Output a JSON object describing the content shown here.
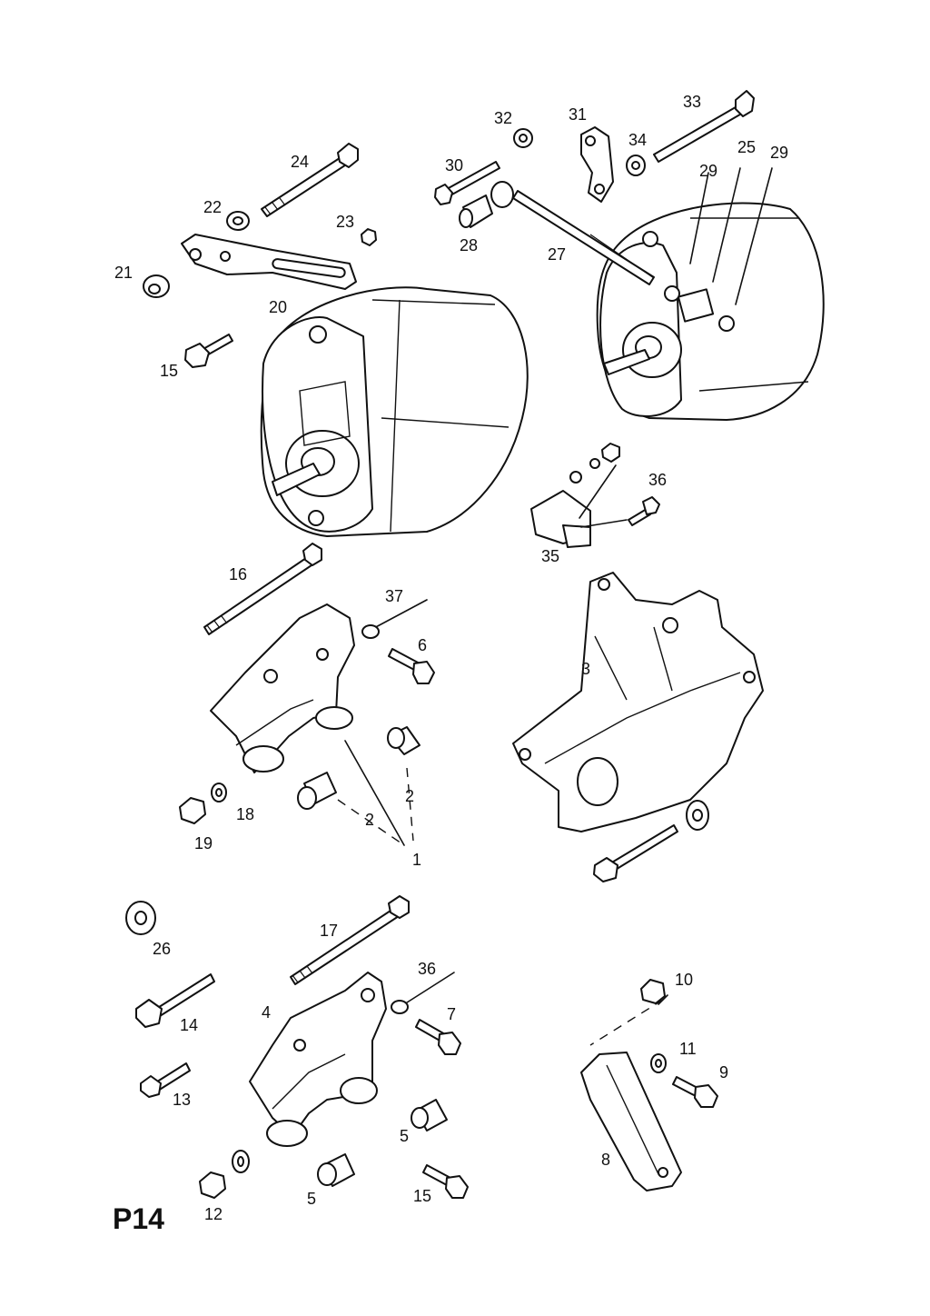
{
  "page_id": "P14",
  "callouts": {
    "c1": "1",
    "c2a": "2",
    "c2b": "2",
    "c3": "3",
    "c4": "4",
    "c5a": "5",
    "c5b": "5",
    "c6": "6",
    "c7": "7",
    "c8": "8",
    "c9": "9",
    "c10": "10",
    "c11": "11",
    "c12": "12",
    "c13": "13",
    "c14": "14",
    "c15a": "15",
    "c15b": "15",
    "c16": "16",
    "c17": "17",
    "c18": "18",
    "c19": "19",
    "c20": "20",
    "c21": "21",
    "c22": "22",
    "c23": "23",
    "c24": "24",
    "c25": "25",
    "c26": "26",
    "c27": "27",
    "c28": "28",
    "c29a": "29",
    "c29b": "29",
    "c30": "30",
    "c31": "31",
    "c32": "32",
    "c33": "33",
    "c34": "34",
    "c35": "35",
    "c36a": "36",
    "c36b": "36",
    "c37": "37"
  }
}
